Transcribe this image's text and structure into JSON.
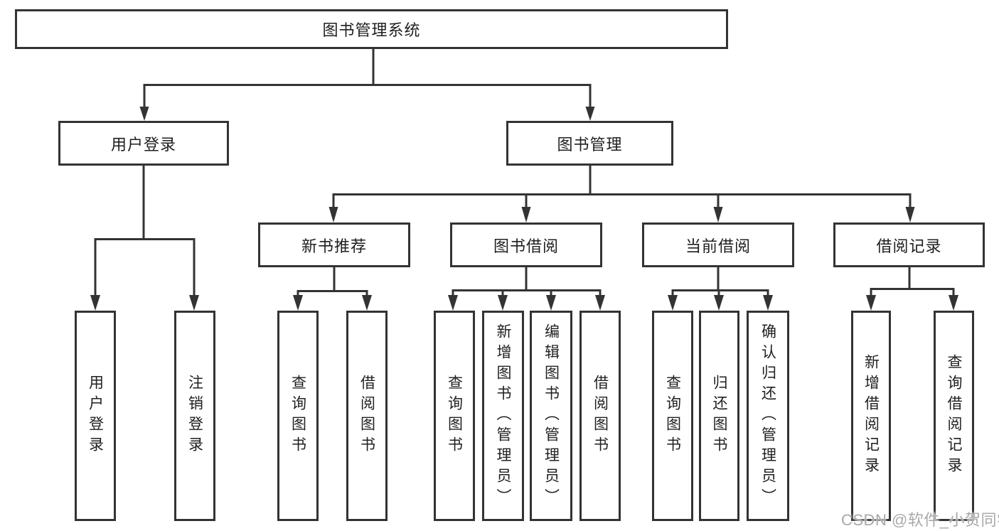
{
  "diagram": {
    "root": "图书管理系统",
    "level1": {
      "user_login": "用户登录",
      "book_management": "图书管理"
    },
    "level2": {
      "new_book_recommend": "新书推荐",
      "book_borrow": "图书借阅",
      "current_borrow": "当前借阅",
      "borrow_records": "借阅记录"
    },
    "leaves": {
      "user_login": "用户登录",
      "logout": "注销登录",
      "query_book_1": "查询图书",
      "borrow_book_1": "借阅图书",
      "query_book_2": "查询图书",
      "add_book_admin": "新增图书（管理员）",
      "edit_book_admin": "编辑图书（管理员）",
      "borrow_book_2": "借阅图书",
      "query_book_3": "查询图书",
      "return_book": "归还图书",
      "confirm_return_admin": "确认归还（管理员）",
      "add_borrow_record": "新增借阅记录",
      "query_borrow_record": "查询借阅记录"
    }
  },
  "watermark": {
    "text": "CSDN @软件_小贺同学"
  },
  "colors": {
    "line": "#333333",
    "text": "#1f1f1f",
    "watermark": "#a9a9a9",
    "background": "#ffffff"
  }
}
